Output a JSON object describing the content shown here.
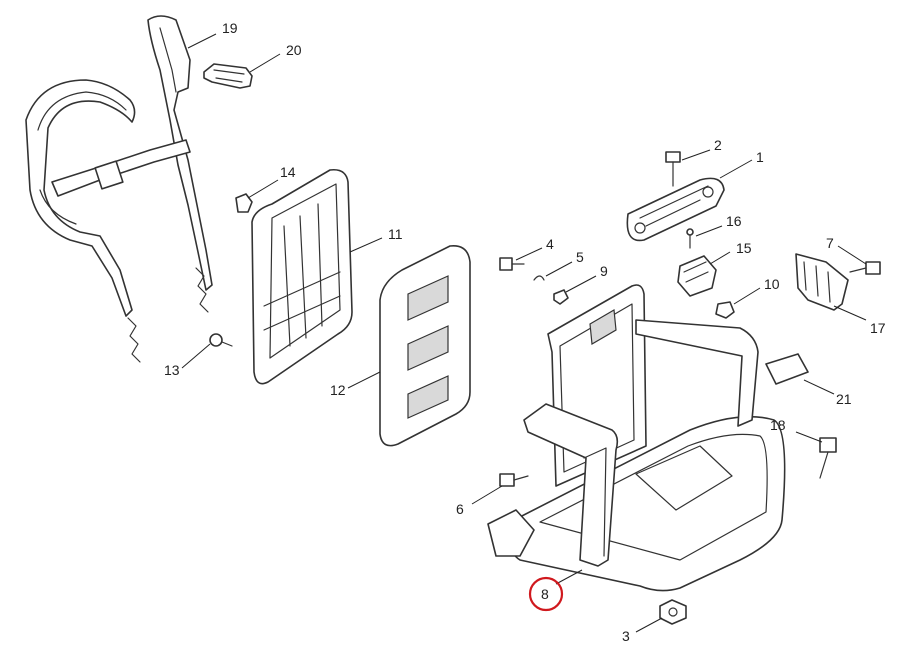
{
  "diagram": {
    "highlight_color": "#d0191e",
    "highlighted_callout": "8",
    "callouts": {
      "c1": "1",
      "c2": "2",
      "c3": "3",
      "c4": "4",
      "c5": "5",
      "c6": "6",
      "c7": "7",
      "c8": "8",
      "c9": "9",
      "c10": "10",
      "c11": "11",
      "c12": "12",
      "c13": "13",
      "c14": "14",
      "c15": "15",
      "c16": "16",
      "c17": "17",
      "c18": "18",
      "c19": "19",
      "c20": "20",
      "c21": "21"
    }
  }
}
